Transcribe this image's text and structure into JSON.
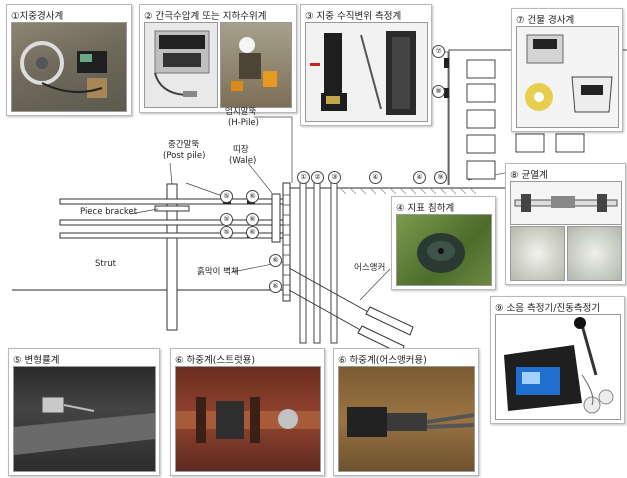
{
  "panels": {
    "p1": "①지중경사계",
    "p2": "② 간극수압계 또는 지하수위계",
    "p3": "③ 지중 수직변위 측정계",
    "p7": "⑦ 건물 경사계",
    "p8": "⑧ 균열계",
    "p4": "④ 지표 침하계",
    "p9": "⑨ 소음 측정기/진동측정기",
    "p5": "⑤ 변형률계",
    "p6a": "⑥ 하중계(스트럿용)",
    "p6b": "⑥ 하중계(어스앵커용)"
  },
  "labels": {
    "h_pile": "엄지말뚝",
    "h_pile_en": "(H-Pile)",
    "post_pile": "중간말뚝",
    "post_pile_en": "(Post pile)",
    "wale": "띠장",
    "wale_en": "(Wale)",
    "piece_bracket": "Piece bracket",
    "strut": "Strut",
    "retaining_wall": "흙막이 벽체",
    "earth_anchor": "어스앵커"
  },
  "markers": {
    "n1": "①",
    "n2": "②",
    "n3": "③",
    "n4": "④",
    "n4b": "④",
    "n9": "⑨",
    "n5a": "⑤",
    "n6a": "⑥",
    "n5b": "⑤",
    "n6b": "⑥",
    "n5c": "⑤",
    "n6c": "⑥",
    "n6d": "⑥",
    "n6e": "⑥",
    "n7": "⑦",
    "n8": "⑧"
  },
  "colors": {
    "frame": "#b9b9b9",
    "line": "#444444",
    "meter": "#333333"
  }
}
